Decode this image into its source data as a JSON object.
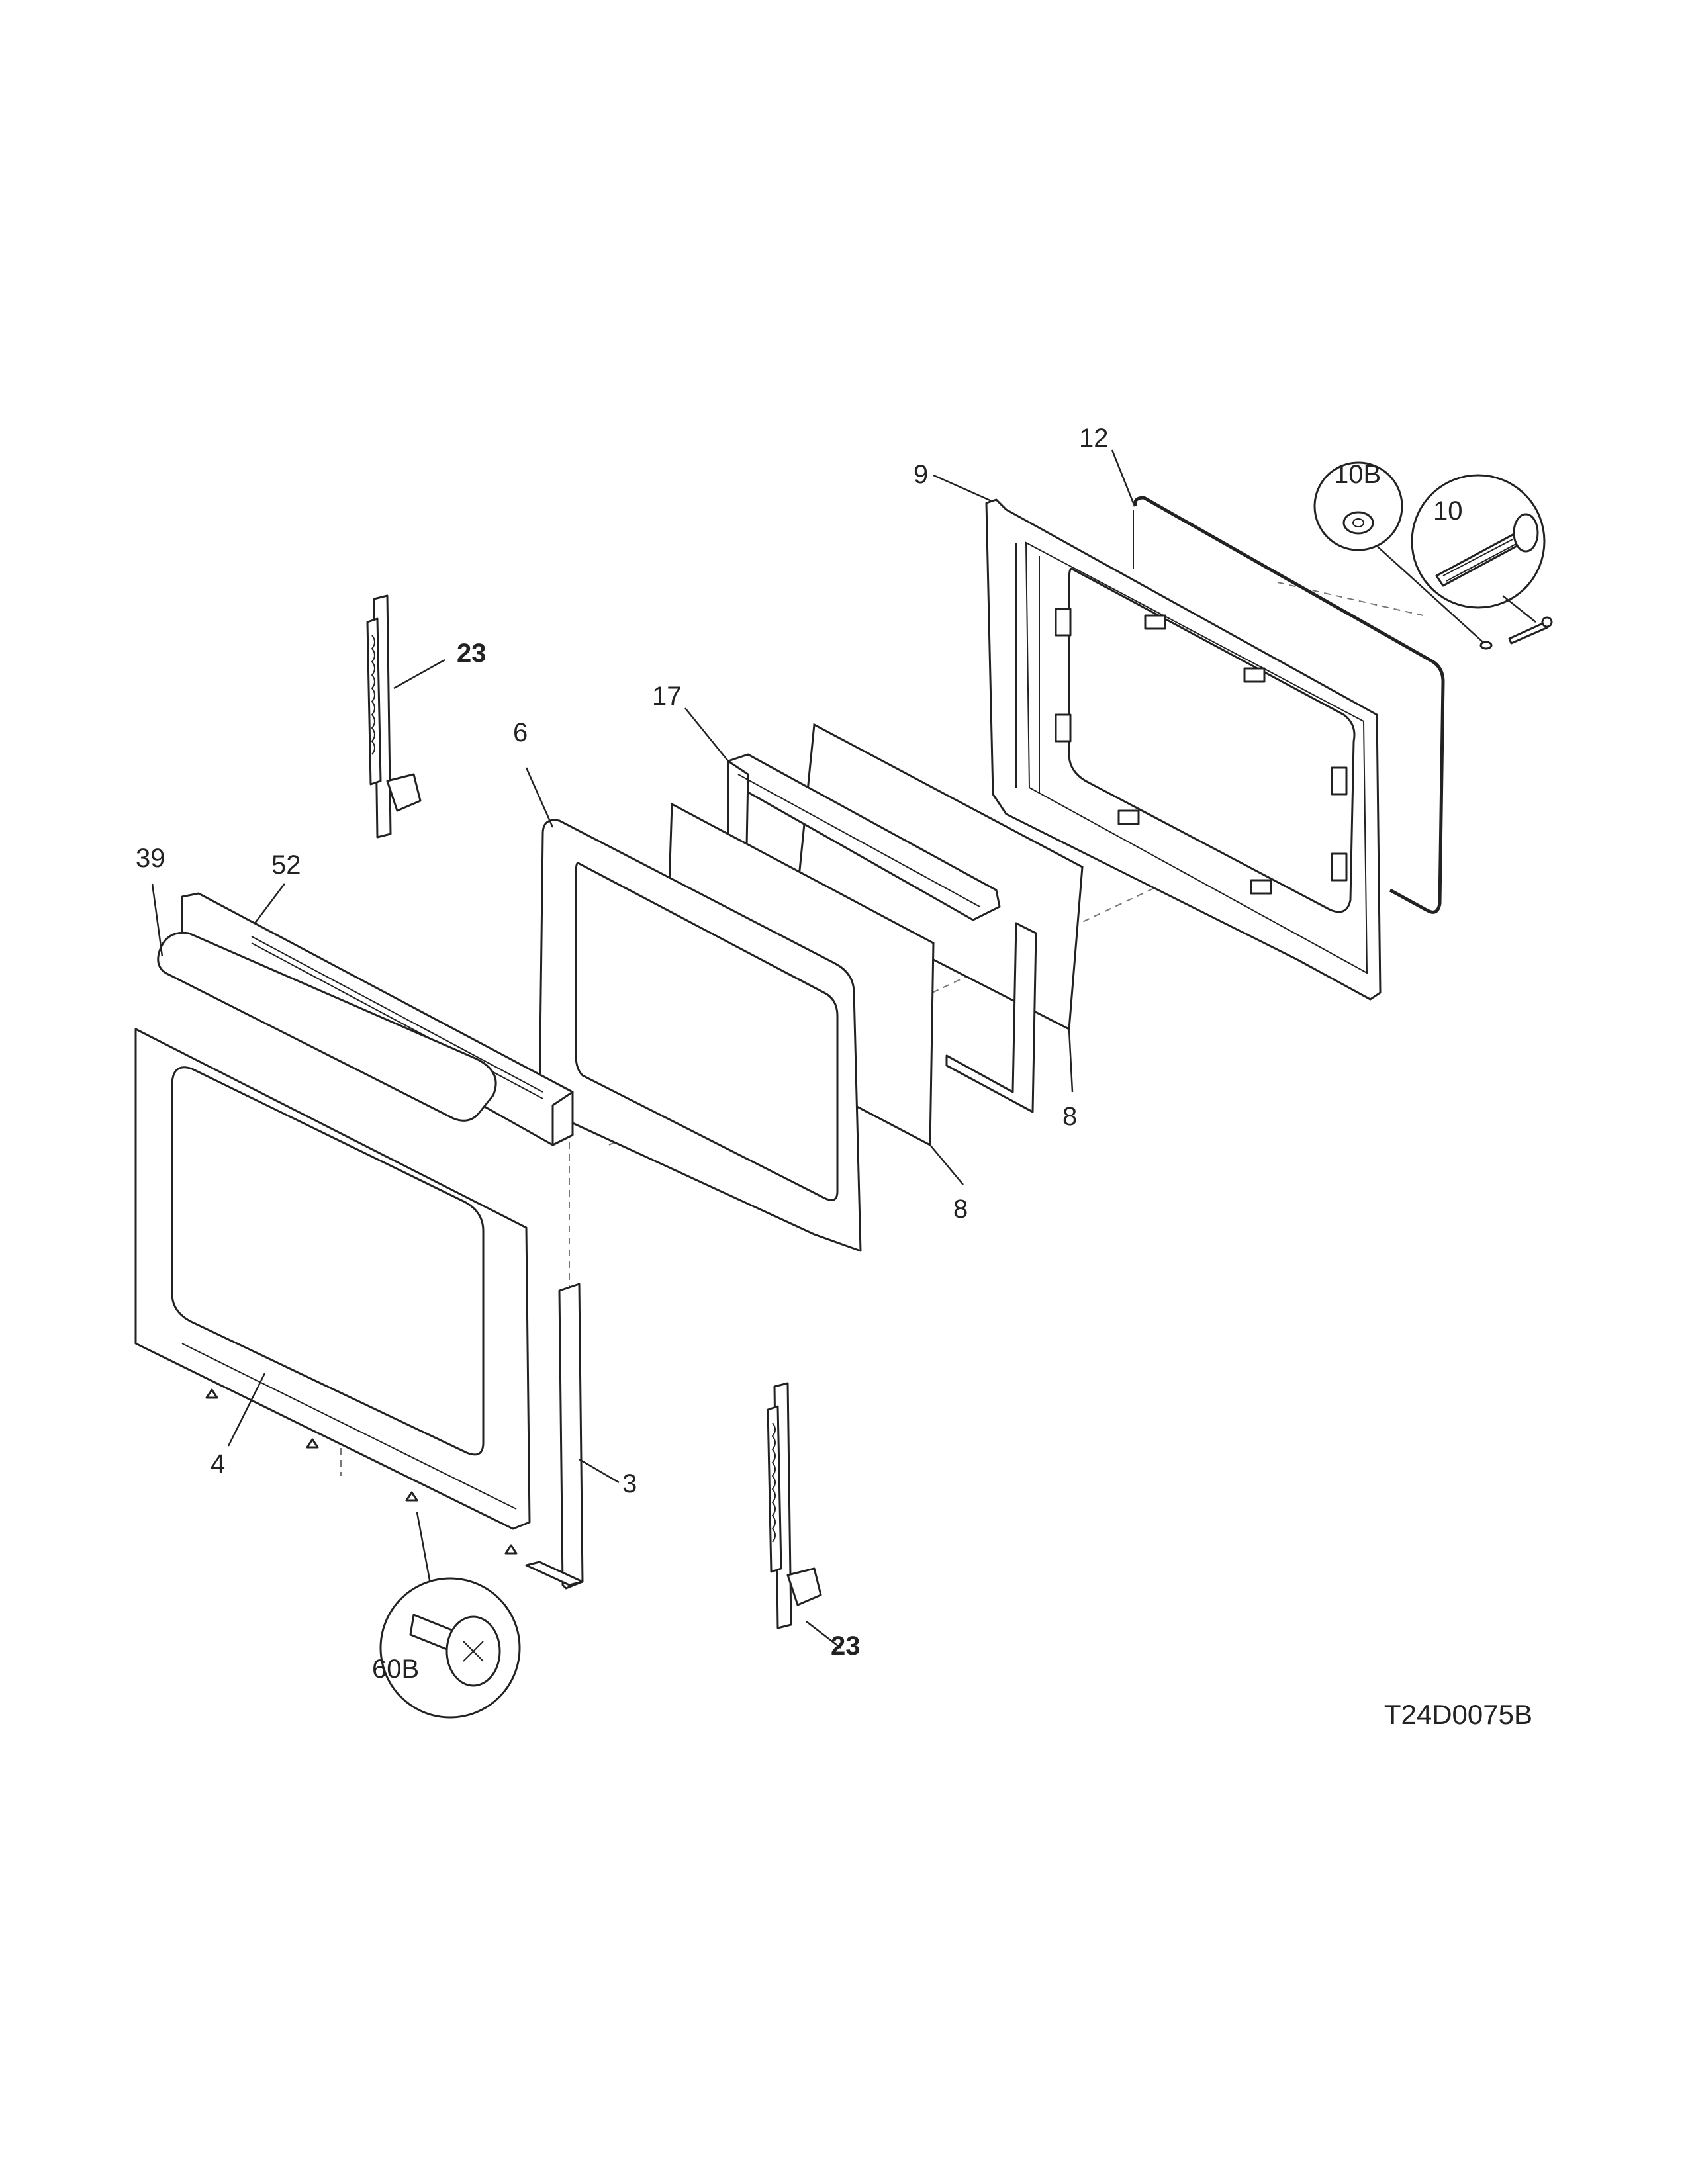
{
  "diagram": {
    "code": "T24D0075B",
    "callouts": [
      {
        "id": "12",
        "text": "12"
      },
      {
        "id": "9",
        "text": "9"
      },
      {
        "id": "10B",
        "text": "10B"
      },
      {
        "id": "10",
        "text": "10"
      },
      {
        "id": "23-top",
        "text": "23"
      },
      {
        "id": "17",
        "text": "17"
      },
      {
        "id": "6",
        "text": "6"
      },
      {
        "id": "39",
        "text": "39"
      },
      {
        "id": "52",
        "text": "52"
      },
      {
        "id": "8-right",
        "text": "8"
      },
      {
        "id": "8-left",
        "text": "8"
      },
      {
        "id": "4",
        "text": "4"
      },
      {
        "id": "3",
        "text": "3"
      },
      {
        "id": "60B",
        "text": "60B"
      },
      {
        "id": "23-bottom",
        "text": "23"
      }
    ]
  }
}
